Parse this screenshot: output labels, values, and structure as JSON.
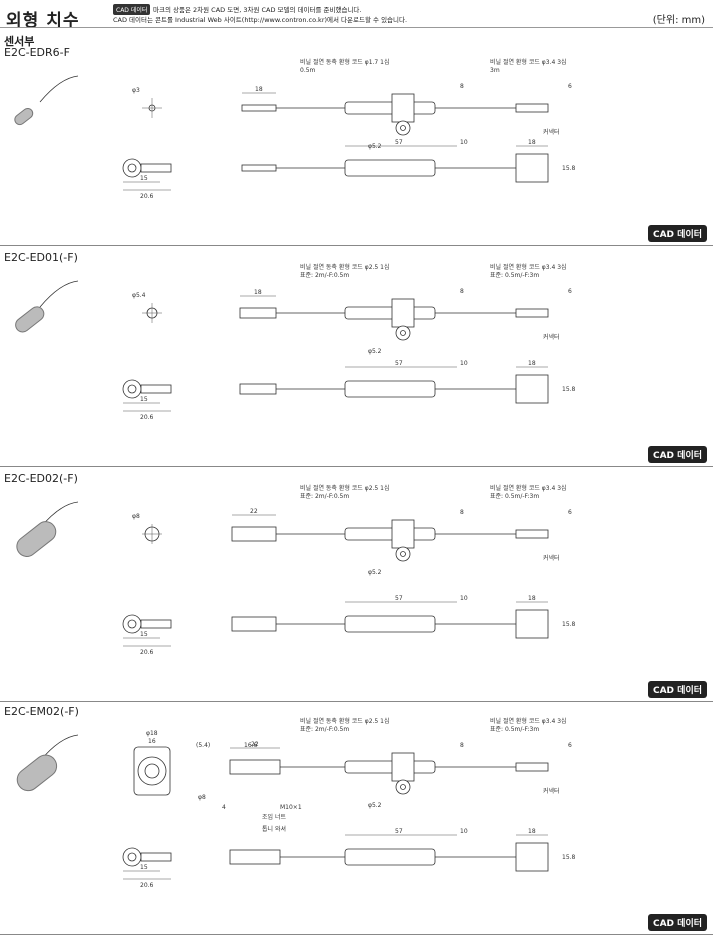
{
  "header": {
    "title": "외형 치수",
    "cad_badge": "CAD 데이터",
    "note_line1": "마크의 상품은 2차원 CAD 도면, 3차원 CAD 모델의 데이터를 준비했습니다.",
    "note_line2": "CAD 데이터는 콘트롤 Industrial Web 사이트(http://www.contron.co.kr)에서 다운로드할 수 있습니다.",
    "unit": "(단위: mm)",
    "subhead": "센서부"
  },
  "cad_button_label": "CAD 데이터",
  "sections": [
    {
      "model": "E2C-EDR6-F",
      "phi_head": "φ3",
      "head_len": "18",
      "cord1": "비닐 절연 동축 환형 코드 φ1.7 1심",
      "cord1_len": "0.5m",
      "cord2": "비닐 절연 환형 코드 φ3.4 3심",
      "cord2_len": "3m",
      "amp_len": "57",
      "amp_end": "10",
      "phi_mount": "φ5.2",
      "conn_w": "18",
      "conn_h": "15.8",
      "dim8": "8",
      "dim6": "6",
      "connector": "커넥터",
      "side_w1": "15",
      "side_w2": "20.6"
    },
    {
      "model": "E2C-ED01(-F)",
      "phi_head": "φ5.4",
      "head_len": "18",
      "cord1": "비닐 절연 동축 환형 코드 φ2.5 1심",
      "cord1_len": "표준: 2m/-F:0.5m",
      "cord2": "비닐 절연 환형 코드 φ3.4 3심",
      "cord2_len": "표준: 0.5m/-F:3m",
      "amp_len": "57",
      "amp_end": "10",
      "phi_mount": "φ5.2",
      "conn_w": "18",
      "conn_h": "15.8",
      "dim8": "8",
      "dim6": "6",
      "connector": "커넥터",
      "side_w1": "15",
      "side_w2": "20.6"
    },
    {
      "model": "E2C-ED02(-F)",
      "phi_head": "φ8",
      "head_len": "22",
      "cord1": "비닐 절연 동축 환형 코드 φ2.5 1심",
      "cord1_len": "표준: 2m/-F:0.5m",
      "cord2": "비닐 절연 환형 코드 φ3.4 3심",
      "cord2_len": "표준: 0.5m/-F:3m",
      "amp_len": "57",
      "amp_end": "10",
      "phi_mount": "φ5.2",
      "conn_w": "18",
      "conn_h": "15.8",
      "dim8": "8",
      "dim6": "6",
      "connector": "커넥터",
      "side_w1": "15",
      "side_w2": "20.6"
    },
    {
      "model": "E2C-EM02(-F)",
      "phi_head": "φ18",
      "head_inner": "16",
      "head_len": "22",
      "head_len2": "16.6",
      "head_off": "(5.4)",
      "phi_small": "φ8",
      "dim4": "4",
      "thread": "M10×1",
      "nut1": "조임 너트",
      "nut2": "톱니 와셔",
      "cord1": "비닐 절연 동축 환형 코드 φ2.5 1심",
      "cord1_len": "표준: 2m/-F:0.5m",
      "cord2": "비닐 절연 환형 코드 φ3.4 3심",
      "cord2_len": "표준: 0.5m/-F:3m",
      "amp_len": "57",
      "amp_end": "10",
      "phi_mount": "φ5.2",
      "conn_w": "18",
      "conn_h": "15.8",
      "dim8": "8",
      "dim6": "6",
      "connector": "커넥터",
      "side_w1": "15",
      "side_w2": "20.6"
    }
  ]
}
